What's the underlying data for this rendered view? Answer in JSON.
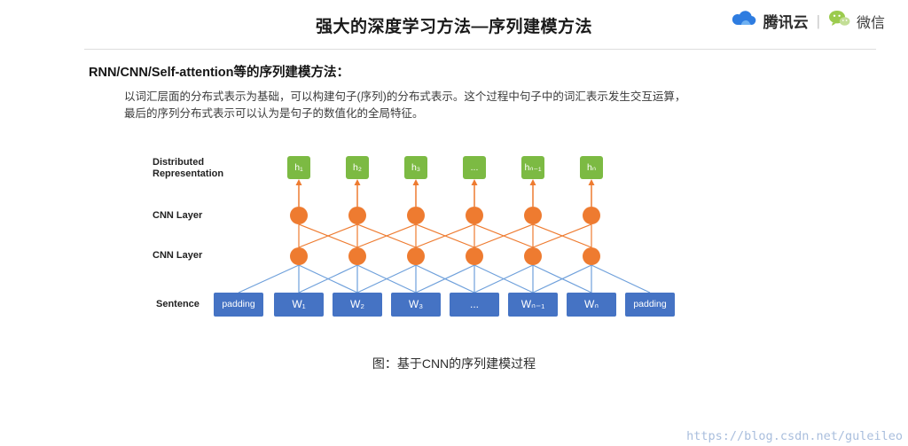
{
  "header": {
    "title": "强大的深度学习方法—序列建模方法",
    "brand": {
      "tencent": "腾讯云",
      "separator": "|",
      "wechat": "微信",
      "tencent_icon": "cloud-icon",
      "wechat_icon": "wechat-bubble-icon"
    }
  },
  "content": {
    "heading": "RNN/CNN/Self-attention等的序列建模方法：",
    "paragraph_line1": "以词汇层面的分布式表示为基础，可以构建句子(序列)的分布式表示。这个过程中句子中的词汇表示发生交互运算，",
    "paragraph_line2": "最后的序列分布式表示可以认为是句子的数值化的全局特征。",
    "caption": "图：基于CNN的序列建模过程"
  },
  "diagram": {
    "row_labels": {
      "distributed": "Distributed Representation",
      "cnn1": "CNN Layer",
      "cnn2": "CNN Layer",
      "sentence": "Sentence"
    },
    "h_labels": [
      "h₁",
      "h₂",
      "h₃",
      "...",
      "hₙ₋₁",
      "hₙ"
    ],
    "w_labels": [
      "padding",
      "W₁",
      "W₂",
      "W₃",
      "...",
      "Wₙ₋₁",
      "Wₙ",
      "padding"
    ],
    "colors": {
      "green": "#7CBA43",
      "orange": "#EE7B30",
      "blue_box": "#4573C4",
      "blue_line": "#6FA0DB"
    }
  },
  "watermark": "https://blog.csdn.net/guleileo"
}
